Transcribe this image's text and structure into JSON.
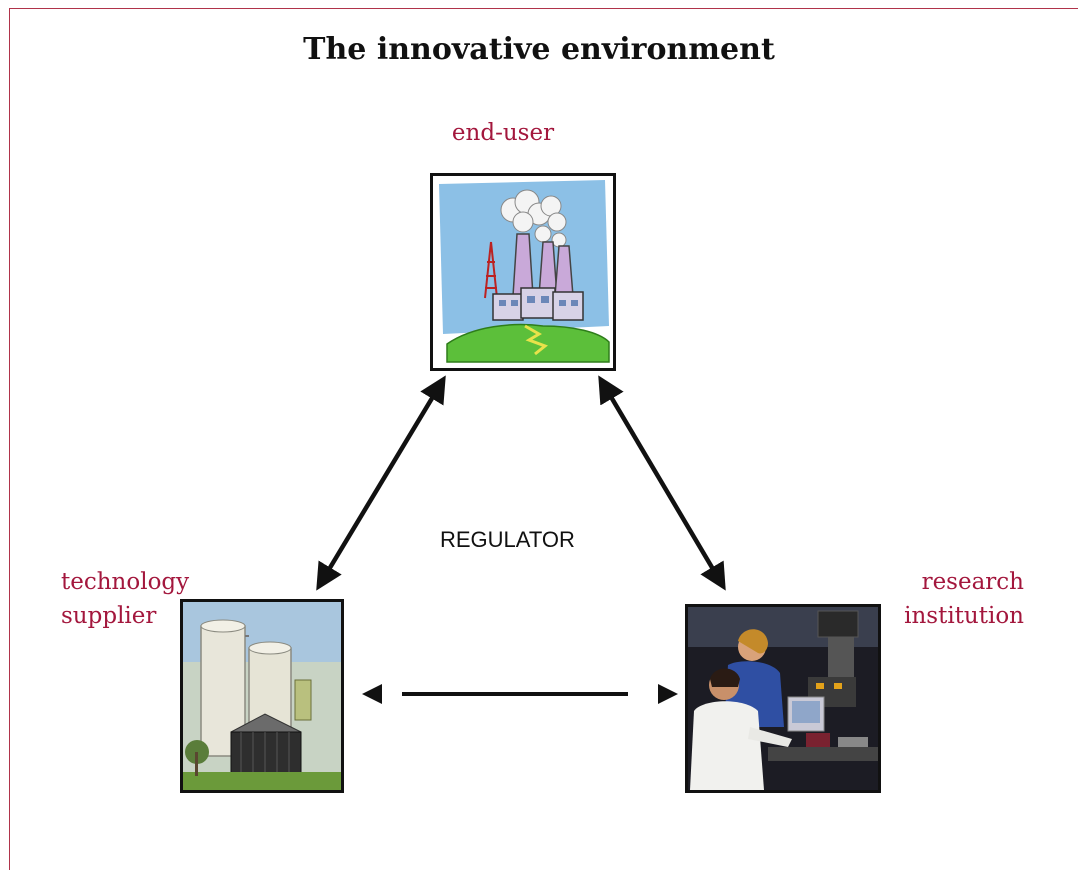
{
  "title": "The innovative environment",
  "nodes": {
    "end_user": {
      "label": "end-user"
    },
    "technology_supplier": {
      "label_line1": "technology",
      "label_line2": "supplier"
    },
    "research_institution": {
      "label_line1": "research",
      "label_line2": "institution"
    }
  },
  "center_label": "REGULATOR",
  "colors": {
    "label": "#a3173d",
    "frame": "#b0334a",
    "arrow": "#111111"
  },
  "edges": [
    {
      "from": "end-user",
      "to": "technology supplier",
      "direction": "both"
    },
    {
      "from": "end-user",
      "to": "research institution",
      "direction": "both"
    },
    {
      "from": "technology supplier",
      "to": "research institution",
      "direction": "both"
    }
  ]
}
